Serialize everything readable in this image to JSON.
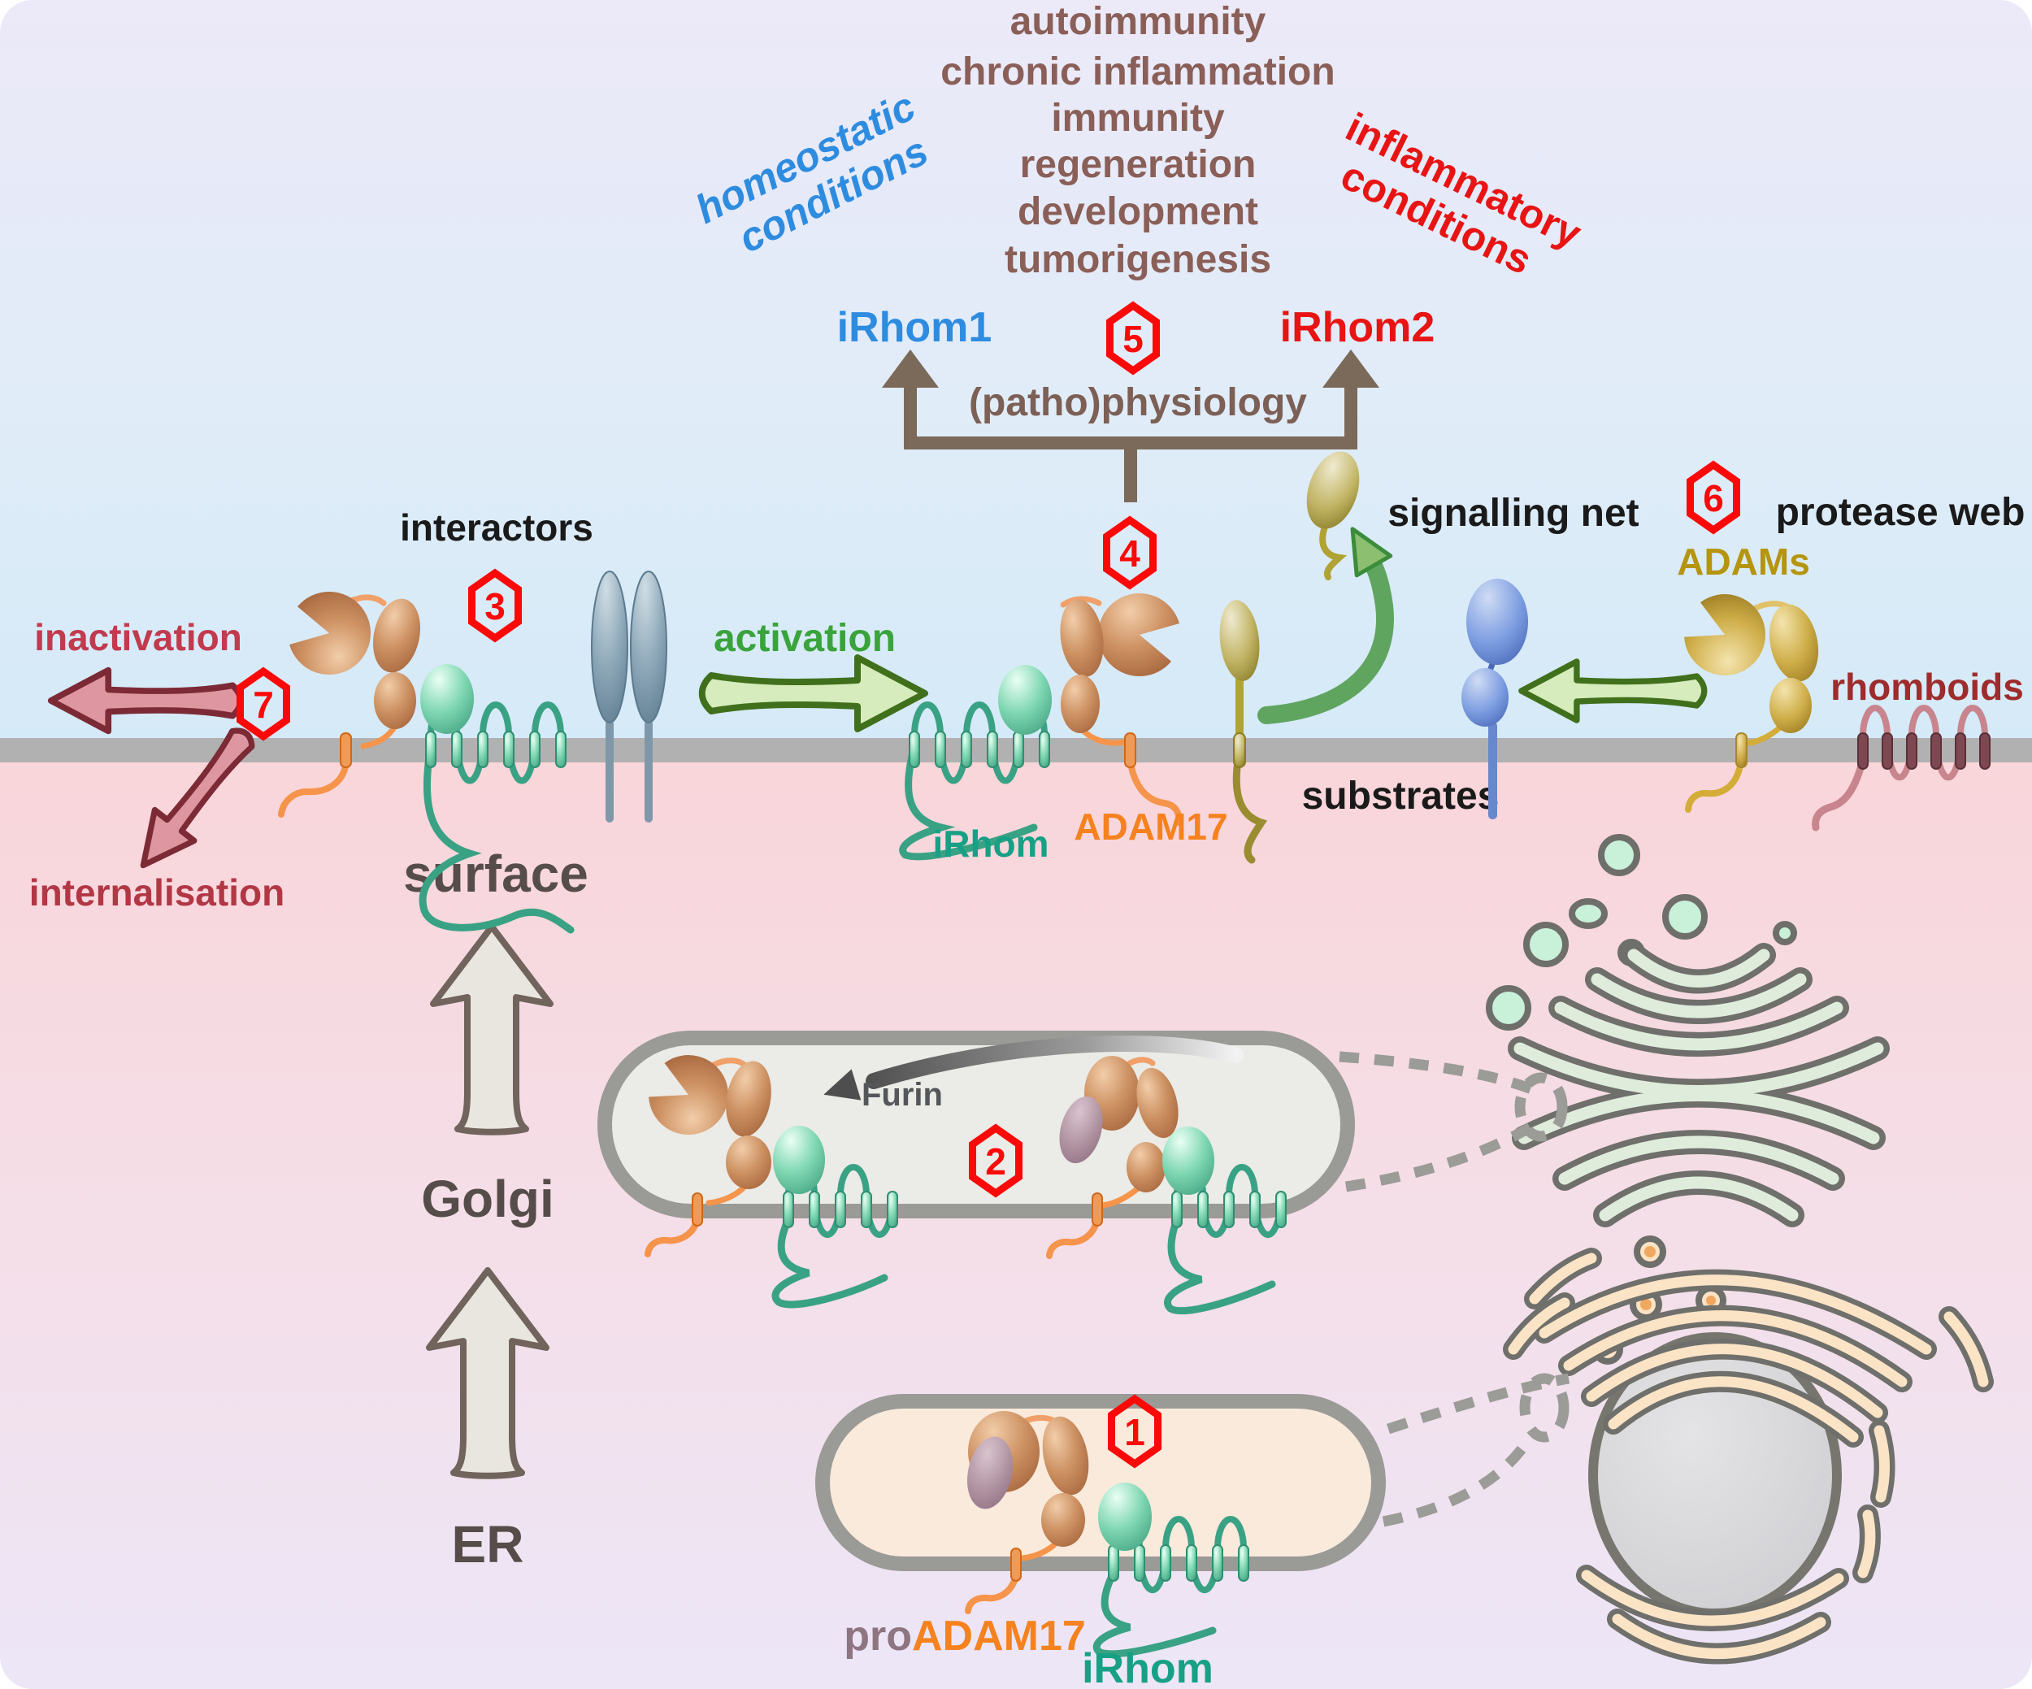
{
  "title": "iRhom / ADAM17 trafficking and signalling pathway figure",
  "top_outcomes": [
    "autoimmunity",
    "chronic inflammation",
    "immunity",
    "regeneration",
    "development",
    "tumorigenesis"
  ],
  "left_condition": {
    "line1": "homeostatic",
    "line2": "conditions"
  },
  "right_condition": {
    "line1": "inflammatory",
    "line2": "conditions"
  },
  "irhom1": "iRhom1",
  "irhom2": "iRhom2",
  "pathophysiology": "(patho)physiology",
  "steps": [
    "1",
    "2",
    "3",
    "4",
    "5",
    "6",
    "7"
  ],
  "membrane_labels": {
    "interactors": "interactors",
    "activation": "activation",
    "inactivation": "inactivation",
    "internalisation": "internalisation",
    "substrates": "substrates",
    "signalling_net": "signalling net",
    "protease_web": "protease web",
    "adams": "ADAMs",
    "rhomboids": "rhomboids"
  },
  "complex_labels": {
    "irhom": "iRhom",
    "adam17": "ADAM17"
  },
  "trafficking": {
    "surface": "surface",
    "golgi": "Golgi",
    "er": "ER"
  },
  "golgi_vesicle": {
    "furin": "Furin"
  },
  "er_vesicle": {
    "pro": "pro",
    "adam17": "ADAM17",
    "irhom": "iRhom"
  },
  "icons": {
    "hexagon-step-badge": "red hexagon outline with step number",
    "up-arrow": "beige trafficking arrow",
    "fat-arrow": "rounded block arrow",
    "curved-arrow": "green release arrow",
    "furin-arrow": "gray gradient cleavage arrow",
    "fork-arrow": "brown forked arrow to iRhom1 and iRhom2"
  },
  "colors": {
    "extracellular_top": "#ece9f8",
    "extracellular_bottom": "#d7ebf8",
    "cytoplasm_top": "#f9d6da",
    "cytoplasm_bottom": "#ece6f7",
    "membrane": "#b1b1b1",
    "brown_text": "#8a5f58",
    "fork_brown": "#7b6a5a",
    "blue": "#2e8ce0",
    "red": "#e81414",
    "hexagon_red": "#fb0808",
    "teal": "#17a085",
    "orange": "#f5821f",
    "gold": "#b5950e",
    "dark_red": "#9e2c2c",
    "crimson": "#c23a4e",
    "green": "#3aa33c",
    "gray_label": "#564d4a",
    "furin_gray": "#55565a",
    "khaki": "#9a8c30"
  }
}
